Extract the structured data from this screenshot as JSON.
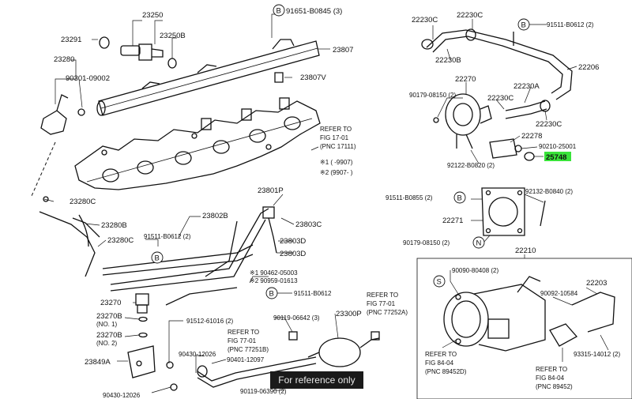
{
  "labels": {
    "p23250": "23250",
    "p91651": "91651-B0845 (3)",
    "p23291": "23291",
    "p23250b": "23250B",
    "p23807": "23807",
    "p23280": "23280",
    "p90301": "90301-09002",
    "p23807v": "23807V",
    "p23280c": "23280C",
    "p23280b": "23280B",
    "p23280c2": "23280C",
    "p23802b": "23802B",
    "p91511a": "91511-B0612 (2)",
    "p23801p": "23801P",
    "p23803c": "23803C",
    "p23803d1": "23803D",
    "p23803d2": "23803D",
    "p90462": "※1 90462-05003",
    "p90959": "※2 90959-01613",
    "p91511b": "91511-B0612",
    "p23270": "23270",
    "p23270b1": "23270B",
    "p23270b1n": "(NO. 1)",
    "p23270b2": "23270B",
    "p23270b2n": "(NO. 2)",
    "p91512": "91512-61016 (2)",
    "p23849a": "23849A",
    "p90430a": "90430-12026",
    "p90430b": "90430-12026",
    "p90401": "90401-12097",
    "p90119a": "90119-06642 (3)",
    "p23300p": "23300P",
    "p90119b": "90119-06390 (2)",
    "ref1701a": "REFER TO",
    "ref1701b": "FIG 17-01",
    "ref1701c": "(PNC 17111)",
    "note1": "※1 (      -9907)",
    "note2": "※2 (9907-      )",
    "ref7701a": "REFER TO",
    "ref7701b": "FIG 77-01",
    "ref7701c": "(PNC 77252A)",
    "ref7701d": "REFER TO",
    "ref7701e": "FIG 77-01",
    "ref7701f": "(PNC 77251B)",
    "p22230c1": "22230C",
    "p22230c2": "22230C",
    "p91511c": "91511-B0612 (2)",
    "p22230b": "22230B",
    "p22206": "22206",
    "p22270": "22270",
    "p22230a": "22230A",
    "p90179a": "90179-08150 (2)",
    "p22230c3": "22230C",
    "p22230c4": "22230C",
    "p22278": "22278",
    "p90210": "90210-25001",
    "p92122": "92122-B0820 (2)",
    "p25748": "25748",
    "p91511d": "91511-B0855 (2)",
    "p92132": "92132-B0840 (2)",
    "p22271": "22271",
    "p90179b": "90179-08150 (2)",
    "p22210": "22210",
    "p90090": "90090-80408 (2)",
    "p22203": "22203",
    "p90092": "90092-10584",
    "ref8404a": "REFER TO",
    "ref8404b": "FIG 84-04",
    "ref8404c": "(PNC 89452D)",
    "p93315": "93315-14012 (2)",
    "ref8404d": "REFER TO",
    "ref8404e": "FIG 84-04",
    "ref8404f": "(PNC 89452)"
  },
  "callouts": {
    "b": "B",
    "n": "N",
    "s": "S"
  },
  "highlight_color": "#39e33a",
  "watermark": "For reference only"
}
